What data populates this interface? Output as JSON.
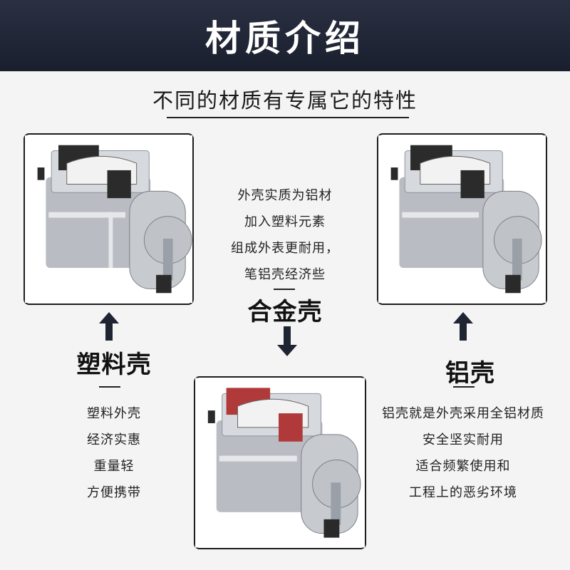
{
  "header": {
    "title": "材质介绍",
    "subtitle": "不同的材质有专属它的特性"
  },
  "colors": {
    "header_bg": "#1f2433",
    "arrow": "#1f2433",
    "frame_border": "#1d1d1d",
    "device_body": "#c9ccd1",
    "plate_plastic": "#2b2b2b",
    "plate_alloy": "#b03a3a"
  },
  "materials": {
    "plastic": {
      "name": "塑料壳",
      "lines": [
        "塑料外壳",
        "经济实惠",
        "重量轻",
        "方便携带"
      ]
    },
    "alloy": {
      "name": "合金壳",
      "lines": [
        "外壳实质为铝材",
        "加入塑料元素",
        "组成外表更耐用，",
        "笔铝壳经济些"
      ]
    },
    "aluminum": {
      "name": "铝壳",
      "lines": [
        "铝壳就是外壳采用全铝材质",
        "安全坚实耐用",
        "适合频繁使用和",
        "工程上的恶劣环境"
      ]
    }
  },
  "icons": {
    "up_arrow": "arrow-up-icon",
    "down_arrow": "arrow-down-icon"
  }
}
